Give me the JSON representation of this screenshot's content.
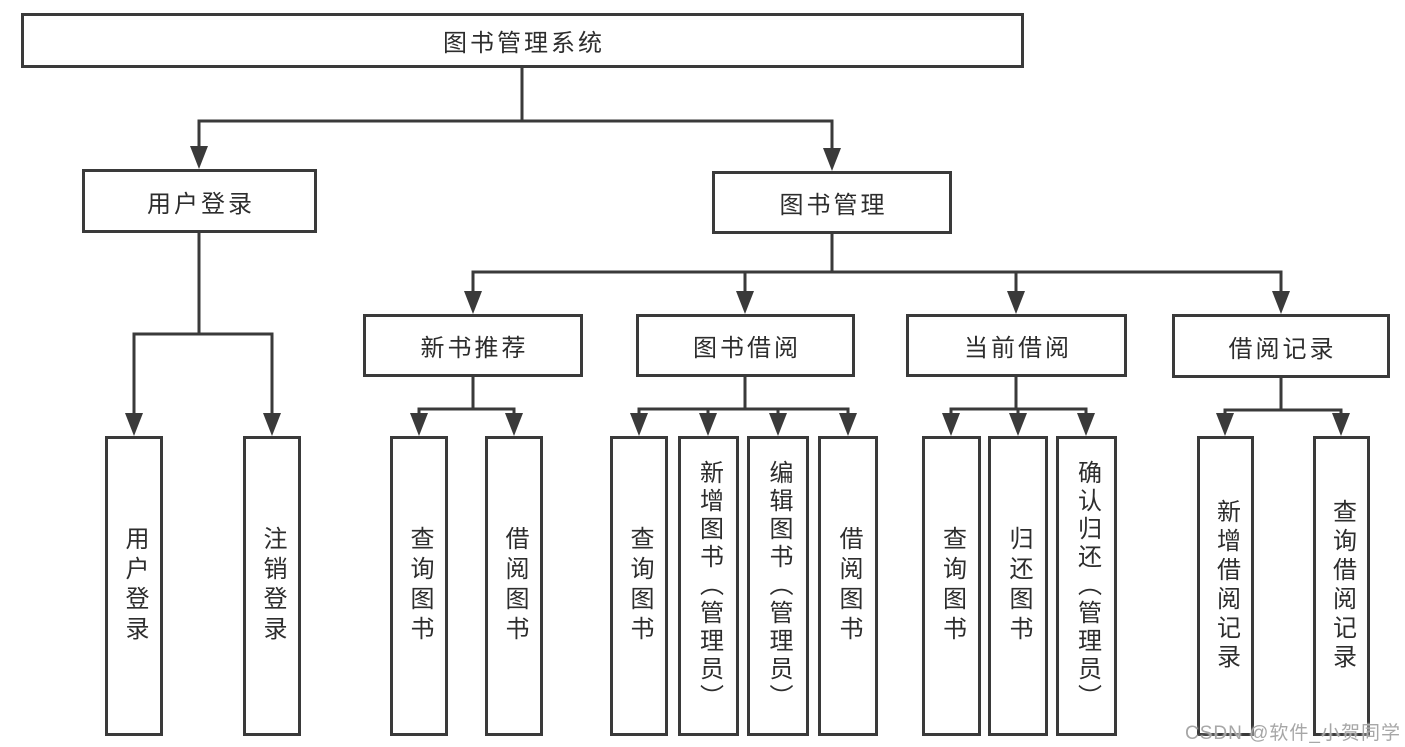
{
  "diagram": {
    "type": "hierarchy-tree",
    "orientation": "top-down",
    "colors": {
      "line": "#3a3a3a",
      "box_border": "#3a3a3a",
      "box_fill": "#ffffff",
      "text": "#2d2d2d",
      "watermark": "#a7a7a7",
      "background": "#ffffff"
    }
  },
  "tree": {
    "label": "图书管理系统",
    "children": [
      {
        "label": "用户登录",
        "children": [
          {
            "label": "用户登录"
          },
          {
            "label": "注销登录"
          }
        ]
      },
      {
        "label": "图书管理",
        "children": [
          {
            "label": "新书推荐",
            "children": [
              {
                "label": "查询图书"
              },
              {
                "label": "借阅图书"
              }
            ]
          },
          {
            "label": "图书借阅",
            "children": [
              {
                "label": "查询图书"
              },
              {
                "label": "新增图书（管理员）"
              },
              {
                "label": "编辑图书（管理员）"
              },
              {
                "label": "借阅图书"
              }
            ]
          },
          {
            "label": "当前借阅",
            "children": [
              {
                "label": "查询图书"
              },
              {
                "label": "归还图书"
              },
              {
                "label": "确认归还（管理员）"
              }
            ]
          },
          {
            "label": "借阅记录",
            "children": [
              {
                "label": "新增借阅记录"
              },
              {
                "label": "查询借阅记录"
              }
            ]
          }
        ]
      }
    ]
  },
  "watermark": {
    "text": "CSDN @软件_小贺同学"
  }
}
